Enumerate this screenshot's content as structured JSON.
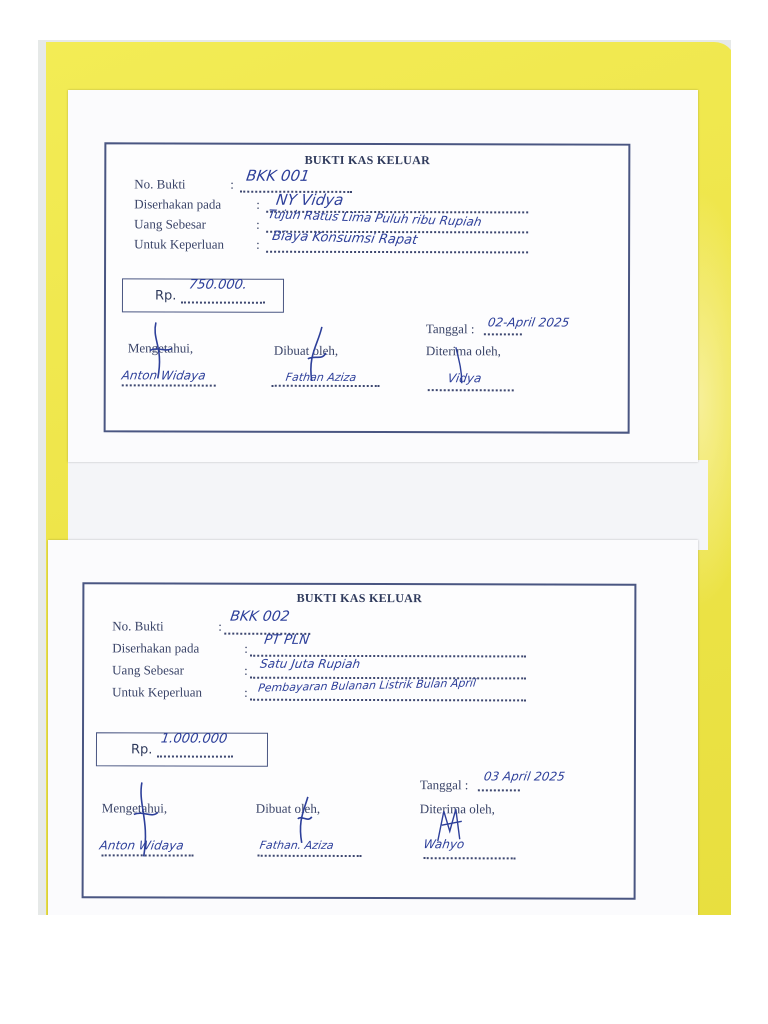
{
  "slips": [
    {
      "title": "BUKTI KAS KELUAR",
      "no_bukti_label": "No. Bukti",
      "no_bukti_value": "BKK 001",
      "diserahkan_label": "Diserhakan pada",
      "diserahkan_value": "NY Vidya",
      "uang_label": "Uang Sebesar",
      "uang_value": "Tujuh Ratus Lima Puluh ribu Rupiah",
      "keperluan_label": "Untuk Keperluan",
      "keperluan_value": "Biaya Konsumsi Rapat",
      "rp_label": "Rp.",
      "rp_value": "750.000.",
      "tanggal_label": "Tanggal :",
      "tanggal_value": "02-April 2025",
      "mengetahui_label": "Mengetahui,",
      "dibuat_label": "Dibuat oleh,",
      "diterima_label": "Diterima oleh,",
      "mengetahui_name": "Anton Widaya",
      "dibuat_name": "Fathan Aziza",
      "diterima_name": "Vidya"
    },
    {
      "title": "BUKTI KAS KELUAR",
      "no_bukti_label": "No. Bukti",
      "no_bukti_value": "BKK 002",
      "diserahkan_label": "Diserhakan pada",
      "diserahkan_value": "PT PLN",
      "uang_label": "Uang Sebesar",
      "uang_value": "Satu Juta Rupiah",
      "keperluan_label": "Untuk Keperluan",
      "keperluan_value": "Pembayaran Bulanan Listrik Bulan April",
      "rp_label": "Rp.",
      "rp_value": "1.000.000",
      "tanggal_label": "Tanggal :",
      "tanggal_value": "03 April 2025",
      "mengetahui_label": "Mengetahui,",
      "dibuat_label": "Dibuat oleh,",
      "diterima_label": "Diterima oleh,",
      "mengetahui_name": "Anton Widaya",
      "dibuat_name": "Fathan. Aziza",
      "diterima_name": "Wahyo"
    }
  ],
  "colors": {
    "ink": "#2d3f9a",
    "print": "#2f3a5c",
    "folder": "#eee54a"
  }
}
